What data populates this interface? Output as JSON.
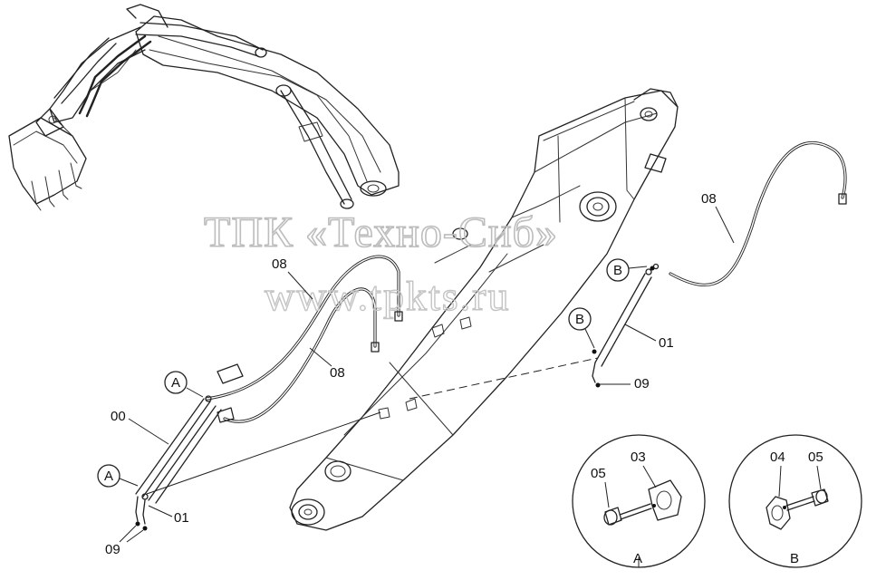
{
  "watermark": {
    "line1": "ТПК «Техно-Сиб»",
    "line2": "www.tpkts.ru"
  },
  "callouts": {
    "c00": "00",
    "c01_left": "01",
    "c01_right": "01",
    "c03": "03",
    "c04": "04",
    "c05_a": "05",
    "c05_b": "05",
    "c08_top": "08",
    "c08_mid": "08",
    "c08_right": "08",
    "c09_left": "09",
    "c09_right": "09",
    "ref_a_top": "A",
    "ref_a_bottom": "A",
    "ref_b_upper": "B",
    "ref_b_lower": "B",
    "detail_a_title": "A",
    "detail_b_title": "B"
  }
}
